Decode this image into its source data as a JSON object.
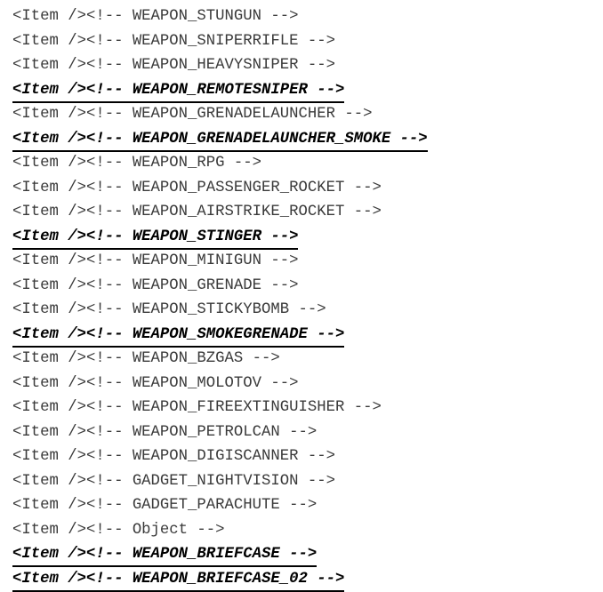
{
  "listing": {
    "lines": [
      {
        "text": "<Item /><!-- WEAPON_STUNGUN -->",
        "highlighted": false
      },
      {
        "text": "<Item /><!-- WEAPON_SNIPERRIFLE -->",
        "highlighted": false
      },
      {
        "text": "<Item /><!-- WEAPON_HEAVYSNIPER -->",
        "highlighted": false
      },
      {
        "text": "<Item /><!-- WEAPON_REMOTESNIPER -->",
        "highlighted": true
      },
      {
        "text": "<Item /><!-- WEAPON_GRENADELAUNCHER -->",
        "highlighted": false
      },
      {
        "text": "<Item /><!-- WEAPON_GRENADELAUNCHER_SMOKE -->",
        "highlighted": true
      },
      {
        "text": "<Item /><!-- WEAPON_RPG -->",
        "highlighted": false
      },
      {
        "text": "<Item /><!-- WEAPON_PASSENGER_ROCKET -->",
        "highlighted": false
      },
      {
        "text": "<Item /><!-- WEAPON_AIRSTRIKE_ROCKET -->",
        "highlighted": false
      },
      {
        "text": "<Item /><!-- WEAPON_STINGER -->",
        "highlighted": true
      },
      {
        "text": "<Item /><!-- WEAPON_MINIGUN -->",
        "highlighted": false
      },
      {
        "text": "<Item /><!-- WEAPON_GRENADE -->",
        "highlighted": false
      },
      {
        "text": "<Item /><!-- WEAPON_STICKYBOMB -->",
        "highlighted": false
      },
      {
        "text": "<Item /><!-- WEAPON_SMOKEGRENADE -->",
        "highlighted": true
      },
      {
        "text": "<Item /><!-- WEAPON_BZGAS -->",
        "highlighted": false
      },
      {
        "text": "<Item /><!-- WEAPON_MOLOTOV -->",
        "highlighted": false
      },
      {
        "text": "<Item /><!-- WEAPON_FIREEXTINGUISHER -->",
        "highlighted": false
      },
      {
        "text": "<Item /><!-- WEAPON_PETROLCAN -->",
        "highlighted": false
      },
      {
        "text": "<Item /><!-- WEAPON_DIGISCANNER -->",
        "highlighted": false
      },
      {
        "text": "<Item /><!-- GADGET_NIGHTVISION -->",
        "highlighted": false
      },
      {
        "text": "<Item /><!-- GADGET_PARACHUTE -->",
        "highlighted": false
      },
      {
        "text": "<Item /><!-- Object -->",
        "highlighted": false
      },
      {
        "text": "<Item /><!-- WEAPON_BRIEFCASE -->",
        "highlighted": true
      },
      {
        "text": "<Item /><!-- WEAPON_BRIEFCASE_02 -->",
        "highlighted": true
      }
    ]
  }
}
